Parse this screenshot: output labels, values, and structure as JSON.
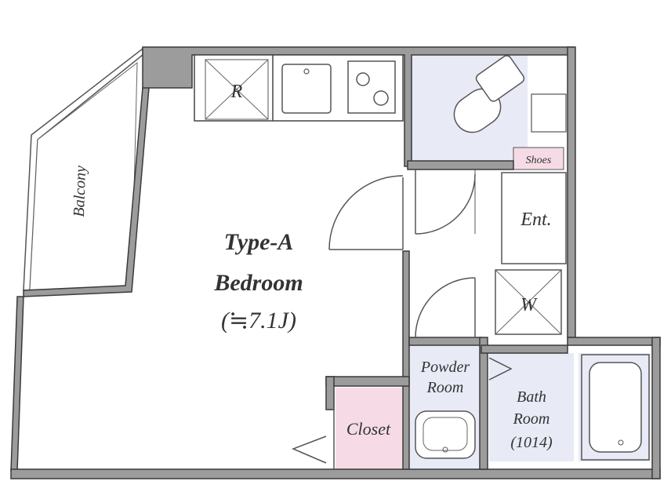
{
  "rooms": {
    "balcony": "Balcony",
    "bedroom_line1": "Type-A",
    "bedroom_line2": "Bedroom",
    "bedroom_line3": "(≒7.1J)",
    "refrigerator_mark": "R",
    "washer_mark": "W",
    "shoes": "Shoes",
    "entrance": "Ent.",
    "powder_line1": "Powder",
    "powder_line2": "Room",
    "bath_line1": "Bath",
    "bath_line2": "Room",
    "bath_line3": "(1014)",
    "closet": "Closet"
  },
  "colors": {
    "wall": "#9c9c9c",
    "wet_area": "#e8eaf6",
    "storage": "#f6dbe6",
    "background": "#ffffff"
  }
}
